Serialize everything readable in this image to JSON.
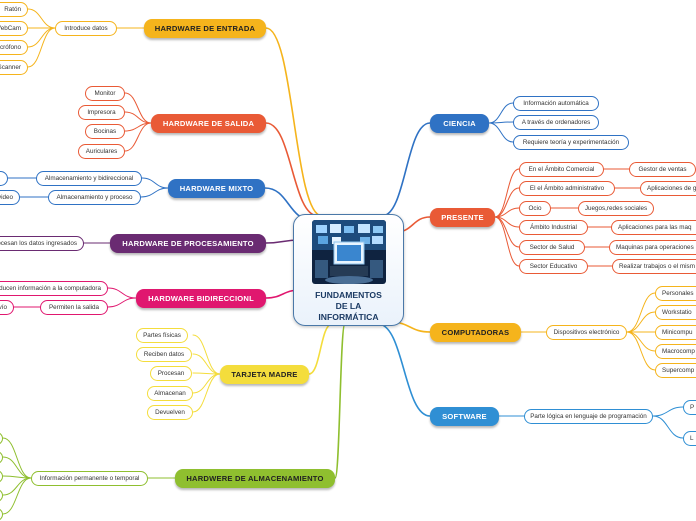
{
  "center": {
    "title": "FUNDAMENTOS\nDE LA\nINFORMÁTICA",
    "image_icon": "technology-collage-icon"
  },
  "colors": {
    "entrada": "#f5b41c",
    "salida": "#e95a36",
    "mixto": "#2f72c4",
    "procesamiento": "#6a2b72",
    "bidireccional": "#e0176f",
    "madre": "#f4dd3c",
    "almacenamiento": "#8fbf2f",
    "ciencia": "#2f72c4",
    "presente": "#e95a36",
    "computadoras": "#f5b41c",
    "software": "#2f8fd4"
  },
  "branches": {
    "entrada": {
      "label": "HARDWARE DE ENTRADA",
      "sub": "Introduce datos",
      "items": [
        "Ratón",
        "WebCam",
        "Micrófono",
        "Scanner"
      ]
    },
    "salida": {
      "label": "HARDWARE DE SALIDA",
      "items": [
        "Monitor",
        "Impresora",
        "Bocinas",
        "Auriculares"
      ]
    },
    "mixto": {
      "label": "HARDWARE MIXTO",
      "items": [
        "Almacenamiento y bidireccional",
        "Almacenamiento y proceso"
      ],
      "leaf2": "video"
    },
    "procesamiento": {
      "label": "HARDWARE DE  PROCESAMIENTO",
      "items": [
        "Procesan los datos ingresados"
      ]
    },
    "bidireccional": {
      "label": "HARDWARE BIDIRECCIONL",
      "items": [
        "Introducen información a la computadora",
        "Permiten la salida"
      ],
      "leaf2": "Envío"
    },
    "madre": {
      "label": "TARJETA MADRE",
      "items": [
        "Partes físicas",
        "Reciben datos",
        "Procesan",
        "Almacenan",
        "Devuelven"
      ]
    },
    "almacenamiento": {
      "label": "HARDWERE DE ALMACENAMIENTO",
      "sub": "Información permanente o temporal"
    },
    "ciencia": {
      "label": "CIENCIA",
      "items": [
        "Información automática",
        "A través de ordenadores",
        "Requiere teoría y experimentación"
      ]
    },
    "presente": {
      "label": "PRESENTE",
      "items": [
        "En el Ámbito Comercial",
        "El el Ámbito administrativo",
        "Ocio",
        "Ámbito Industrial",
        "Sector de Salud",
        "Sector Educativo"
      ],
      "details": [
        "Gestor de ventas",
        "Aplicaciones de g",
        "Juegos,redes sociales",
        "Aplicaciones para las maq",
        "Maquinas para operaciones",
        "Realizar trabajos o el mism"
      ]
    },
    "computadoras": {
      "label": "COMPUTADORAS",
      "sub": "Dispositivos electrónico",
      "items": [
        "Personales",
        "Workstatio",
        "Minicompu",
        "Macrocomp",
        "Supercomp"
      ]
    },
    "software": {
      "label": "SOFTWARE",
      "sub": "Parte lógica en lenguaje de programación",
      "items": [
        "P",
        "L"
      ]
    }
  }
}
